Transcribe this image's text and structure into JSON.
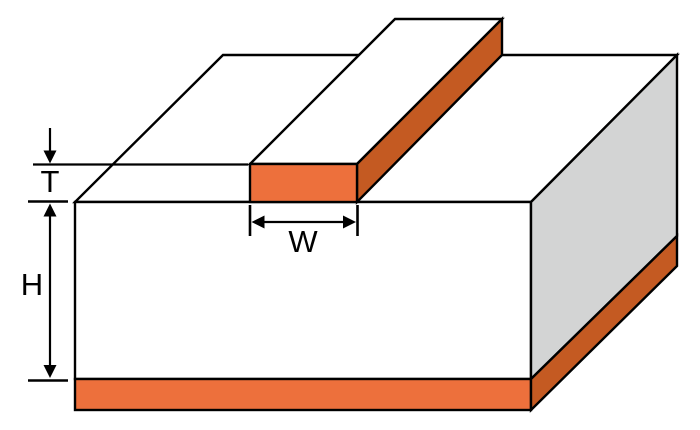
{
  "diagram": {
    "type": "microstrip-transmission-line-cross-section",
    "labels": {
      "strip_thickness": "T",
      "strip_width": "W",
      "substrate_height": "H"
    },
    "colors": {
      "conductor": "#ED703C",
      "conductor_shaded": "#C45A22",
      "substrate_side": "#D3D4D4",
      "substrate_face": "#FFFFFF",
      "outline": "#000000"
    }
  }
}
